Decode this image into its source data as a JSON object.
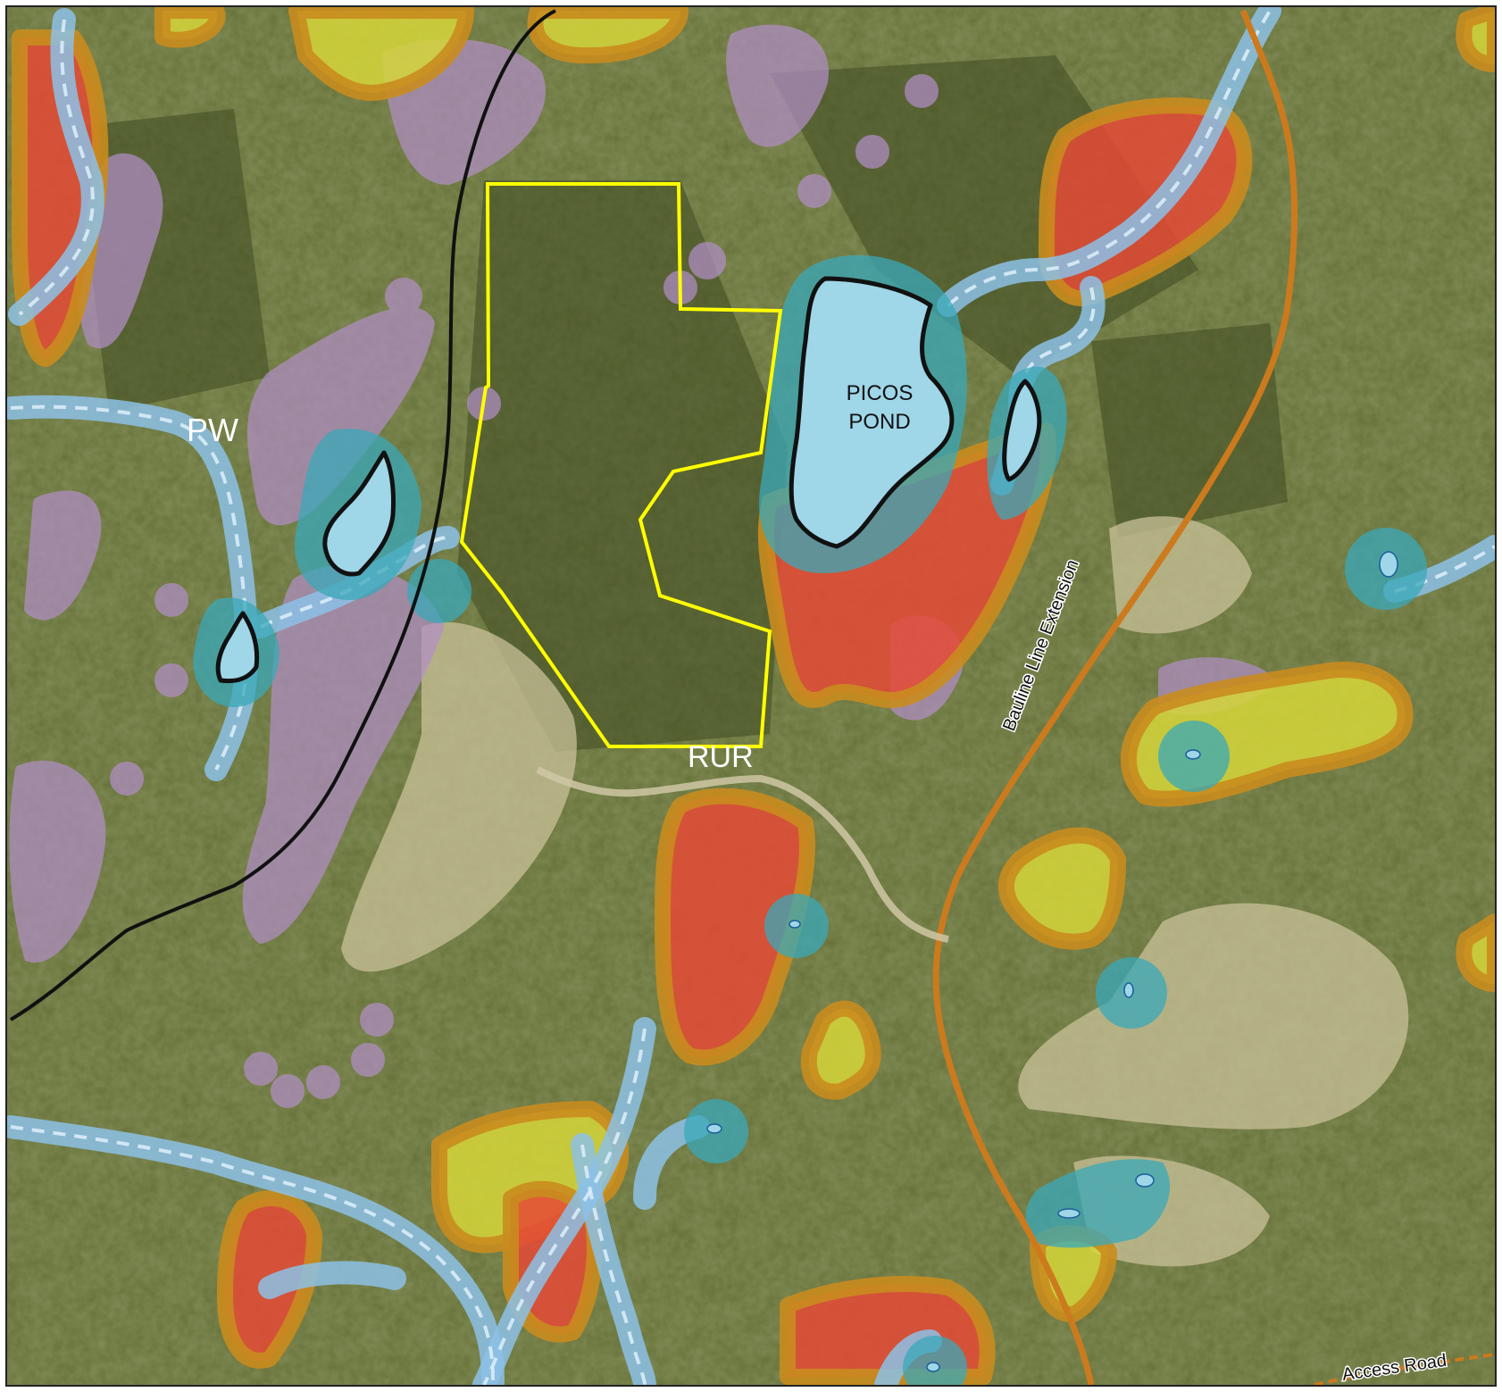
{
  "map": {
    "labels": {
      "pw": "PW",
      "rur": "RUR",
      "pond_line1": "PICOS",
      "pond_line2": "POND",
      "bauline": "Bauline Line Extension",
      "access_road": "Access Road"
    },
    "colors": {
      "terrain": "#5f6b32",
      "forest": "#404b22",
      "bare_ground": "#c9c19a",
      "water": "#9fd6e8",
      "water_buffer": "#3aa8b8",
      "stream": "#8cc1e6",
      "wetland": "#e54a36",
      "wetland_buffer": "#c98c1e",
      "yellow_zone": "#d6d63a",
      "purple_zone": "#b38fc9",
      "study_area_outline": "#ffff00",
      "boundary_line": "#111111",
      "road": "#cc7a1e"
    }
  }
}
